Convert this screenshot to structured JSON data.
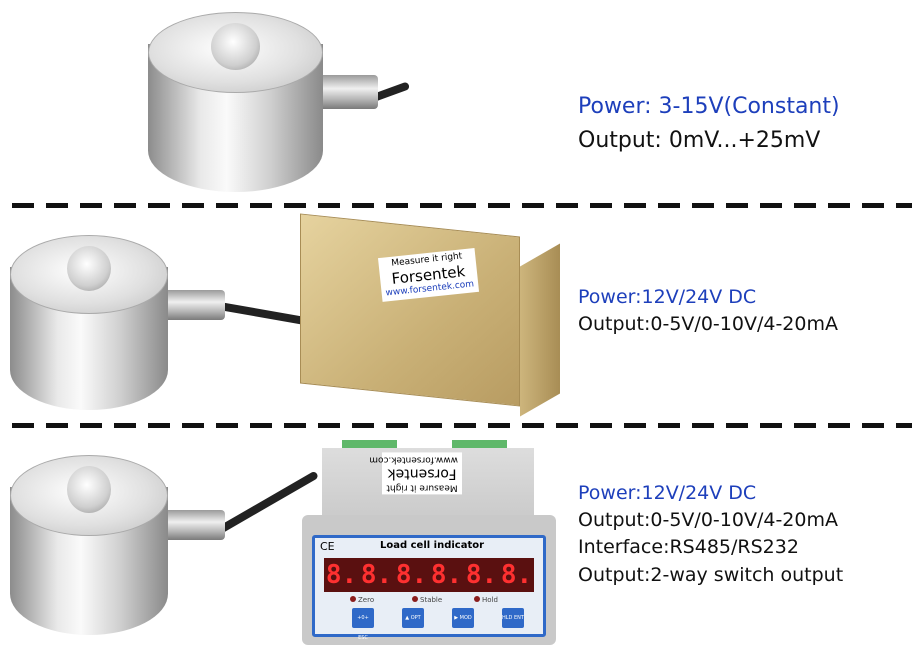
{
  "sections": [
    {
      "lines": [
        {
          "text": "Power:  3-15V(Constant)",
          "color": "blue"
        },
        {
          "text": "Output:  0mV...+25mV",
          "color": "black"
        }
      ]
    },
    {
      "lines": [
        {
          "text": "Power:12V/24V DC",
          "color": "blue"
        },
        {
          "text": "Output:0-5V/0-10V/4-20mA",
          "color": "black"
        }
      ]
    },
    {
      "lines": [
        {
          "text": "Power:12V/24V DC",
          "color": "blue"
        },
        {
          "text": "Output:0-5V/0-10V/4-20mA",
          "color": "black"
        },
        {
          "text": "Interface:RS485/RS232",
          "color": "black"
        },
        {
          "text": "Output:2-way switch output",
          "color": "black"
        }
      ]
    }
  ],
  "amplifier_label": {
    "slogan": "Measure it right",
    "brand": "Forsentek",
    "url": "www.forsentek.com"
  },
  "indicator": {
    "title": "Load cell indicator",
    "ce": "CE",
    "display": [
      "8.",
      "8.",
      "8.",
      "8.",
      "8.",
      "8."
    ],
    "leds": [
      "Zero",
      "Stable",
      "Hold"
    ],
    "keys": [
      "+0+ ESC",
      "▲ OPT",
      "▶ MOD",
      "HLD ENT"
    ],
    "label_brand": "Forsentek",
    "label_slogan": "Measure it right",
    "label_url": "www.forsentek.com"
  },
  "colors": {
    "blue": "#1d3fbb",
    "black": "#111111"
  }
}
